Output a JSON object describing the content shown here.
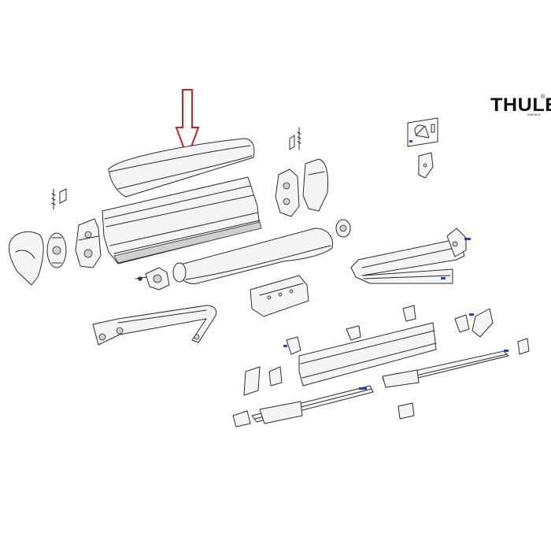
{
  "logo": {
    "word": "THULE",
    "sub": "SWEDEN",
    "reg": "®"
  },
  "colors": {
    "line": "#2b2b2b",
    "arrow": "#d42020",
    "accent_blue": "#2a3fb0",
    "background": "#ffffff"
  },
  "highlight": {
    "icon": "down-arrow-icon",
    "target": "front-cover-panel"
  }
}
